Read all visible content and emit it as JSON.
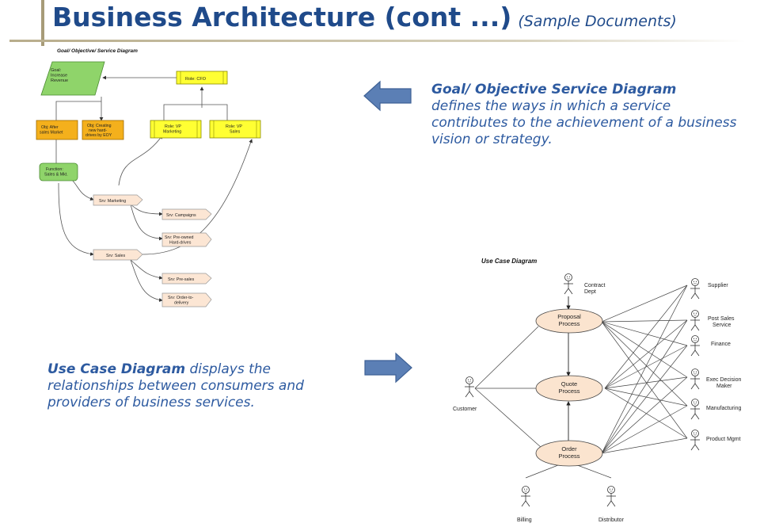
{
  "header": {
    "title": "Business Architecture (cont ...)",
    "subtitle": "(Sample Documents)"
  },
  "goal_diagram": {
    "title": "Goal/ Objective/ Service Diagram",
    "goal": [
      "Goal:",
      "Increase",
      "Revenue"
    ],
    "role_cfo": "Role: CFO",
    "role_vp_marketing": [
      "Role: VP",
      "Marketing"
    ],
    "role_vp_sales": [
      "Role: VP",
      "Sales"
    ],
    "obj_aftersales": [
      "Obj: After",
      "sales Market"
    ],
    "obj_creating": [
      "Obj: Creating",
      "new hard-",
      "drives by EOY"
    ],
    "function": [
      "Function:",
      "Sales & Mkt."
    ],
    "srv_marketing": "Srv: Marketing",
    "srv_campaigns": "Srv: Campaigns",
    "srv_preowned": [
      "Srv: Pre-owned",
      "Hard-drives"
    ],
    "srv_sales": "Srv: Sales",
    "srv_presales": "Srv: Pre-sales",
    "srv_order": [
      "Srv: Order-to-",
      "delivery"
    ]
  },
  "goal_text": {
    "heading": "Goal/ Objective Service Diagram",
    "body": "defines the ways in which a service contributes to the achievement of a business vision or strategy."
  },
  "usecase_text": {
    "heading": "Use Case Diagram",
    "body": "displays the relationships between consumers and providers of business services."
  },
  "usecase_diagram": {
    "title": "Use Case Diagram",
    "use_cases": [
      [
        "Proposal",
        "Process"
      ],
      [
        "Quote",
        "Process"
      ],
      [
        "Order",
        "Process"
      ]
    ],
    "actors": {
      "contract": [
        "Contract",
        "Dept"
      ],
      "customer": "Customer",
      "billing": "Billing",
      "distributor": "Distributor",
      "supplier": "Supplier",
      "post_sales": [
        "Post Sales",
        "Service"
      ],
      "finance": "Finance",
      "exec": [
        "Exec Decision",
        "Maker"
      ],
      "manufacturing": "Manufacturing",
      "product_mgmt": "Product Mgmt"
    }
  },
  "colors": {
    "title": "#1f4a8a",
    "text": "#2d5aa0",
    "arrow": "#5b7fb5",
    "goal_green": "#8fd46a",
    "objective_orange": "#f4b01c",
    "role_yellow": "#ffff33",
    "service_peach": "#fce6d4",
    "ellipse_fill": "#fbe4cf"
  }
}
